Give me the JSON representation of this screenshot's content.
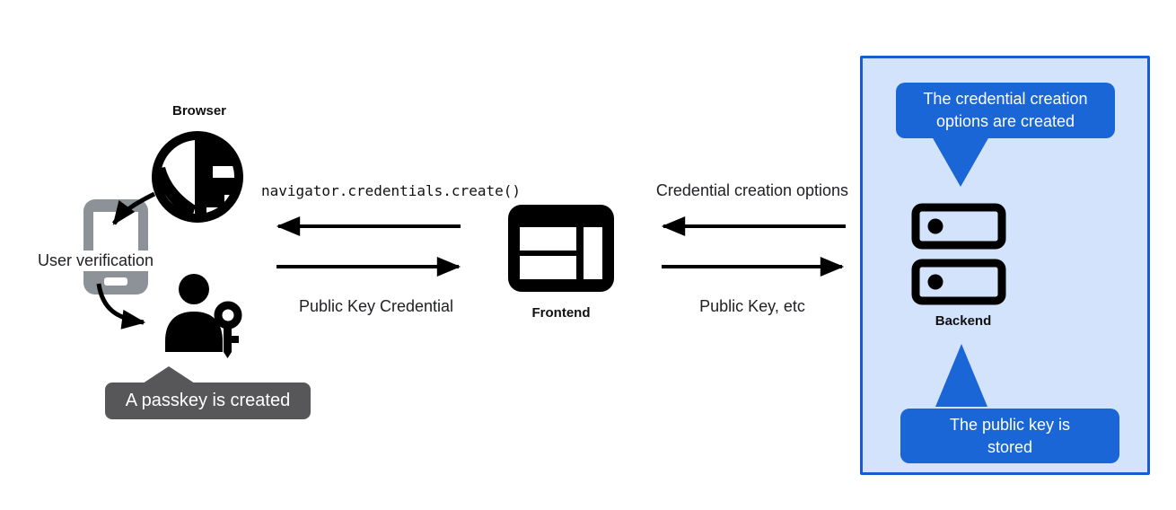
{
  "browser_section": {
    "browser_label": "Browser",
    "user_verification_label": "User verification",
    "passkey_bubble_text": "A passkey is created"
  },
  "frontend_section": {
    "label": "Frontend",
    "code_call": "navigator.credentials.create()",
    "return_label": "Public Key Credential"
  },
  "backend_section": {
    "label": "Backend",
    "request_label": "Credential creation options",
    "return_label": "Public Key, etc",
    "top_bubble_text": "The credential creation options are created",
    "bottom_bubble_text": "The public key is stored"
  },
  "icons": {
    "browser": "globe-icon",
    "device": "smartphone-icon",
    "user": "user-with-key-icon",
    "frontend": "browser-window-icon",
    "backend": "server-stack-icon"
  },
  "colors": {
    "accent_blue": "#1a66d6",
    "panel_background": "#d3e3fb",
    "panel_border": "#1b5bcd",
    "dark_bubble_gray": "#57575a",
    "phone_gray": "#8d9298",
    "icon_black": "#000000"
  }
}
